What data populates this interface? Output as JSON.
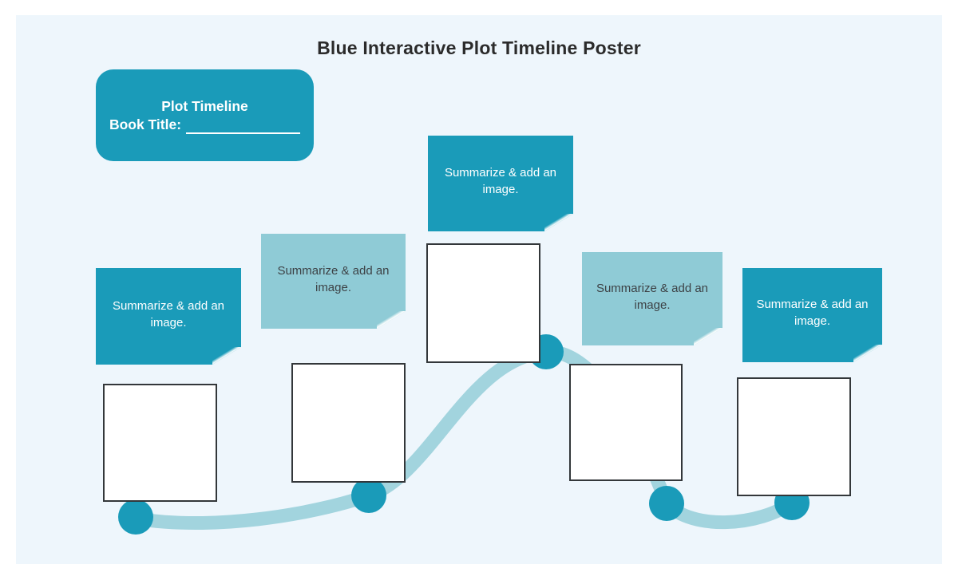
{
  "poster": {
    "title": "Blue Interactive Plot Timeline Poster",
    "header_card": {
      "heading": "Plot Timeline",
      "book_title_label": "Book Title:"
    },
    "notes": [
      {
        "label": "Summarize & add an image."
      },
      {
        "label": "Summarize & add an image."
      },
      {
        "label": "Summarize & add an image."
      },
      {
        "label": "Summarize & add an image."
      },
      {
        "label": "Summarize & add an image."
      }
    ],
    "timeline": {
      "node_count": 5
    }
  },
  "colors": {
    "teal": "#1a9bb9",
    "light-note": "#8fcbd6",
    "path": "#a2d4de",
    "canvas-bg": "#eef6fc",
    "page-bg": "#ffffff",
    "title-text": "#2b2b2b",
    "dark-note-text": "#ffffff",
    "light-note-text": "#3d4246",
    "square-border": "#33373a",
    "square-fill": "#ffffff"
  }
}
